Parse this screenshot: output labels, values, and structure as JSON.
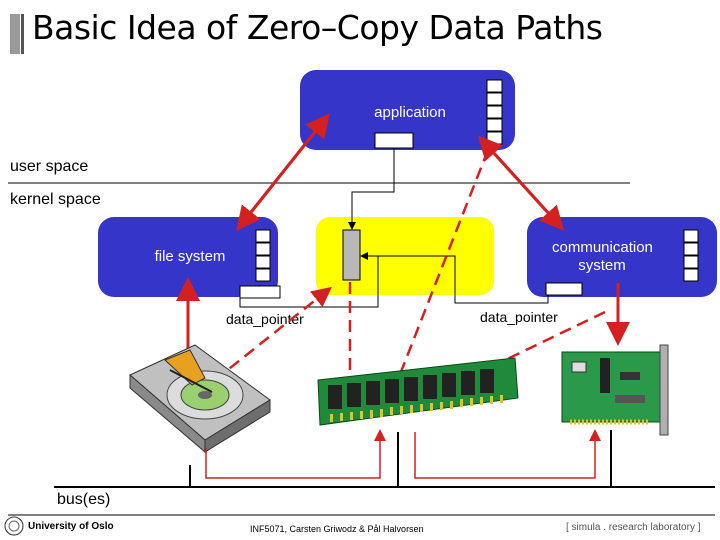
{
  "title": "Basic Idea of Zero–Copy Data Paths",
  "labels": {
    "user_space": "user space",
    "kernel_space": "kernel space",
    "application": "application",
    "file_system": "file system",
    "communication_system": "communication system",
    "data_pointer_left": "data_pointer",
    "data_pointer_right": "data_pointer",
    "bus": "bus(es)"
  },
  "footer": {
    "university": "University of Oslo",
    "course": "INF5071, Carsten Griwodz & Pål Halvorsen",
    "lab": "[ simula . research laboratory ]"
  },
  "colors": {
    "box_blue": "#3535c9",
    "yellow": "#ffff00",
    "arrow_red": "#d42020",
    "memory_green": "#1f8a3a"
  },
  "icons": [
    "hard-disk-icon",
    "memory-module-icon",
    "network-card-icon",
    "university-seal-icon"
  ]
}
